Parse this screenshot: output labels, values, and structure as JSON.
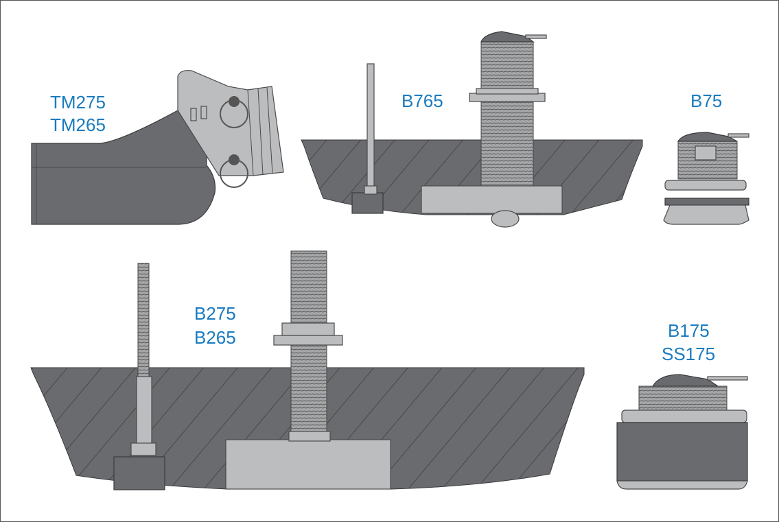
{
  "labels": {
    "tm275": "TM275",
    "tm265": "TM265",
    "b765": "B765",
    "b75": "B75",
    "b275": "B275",
    "b265": "B265",
    "b175": "B175",
    "ss175": "SS175"
  },
  "colors": {
    "label": "#1a7bbf",
    "hull": "#6a6b6f",
    "metal": "#bcbdbf"
  }
}
